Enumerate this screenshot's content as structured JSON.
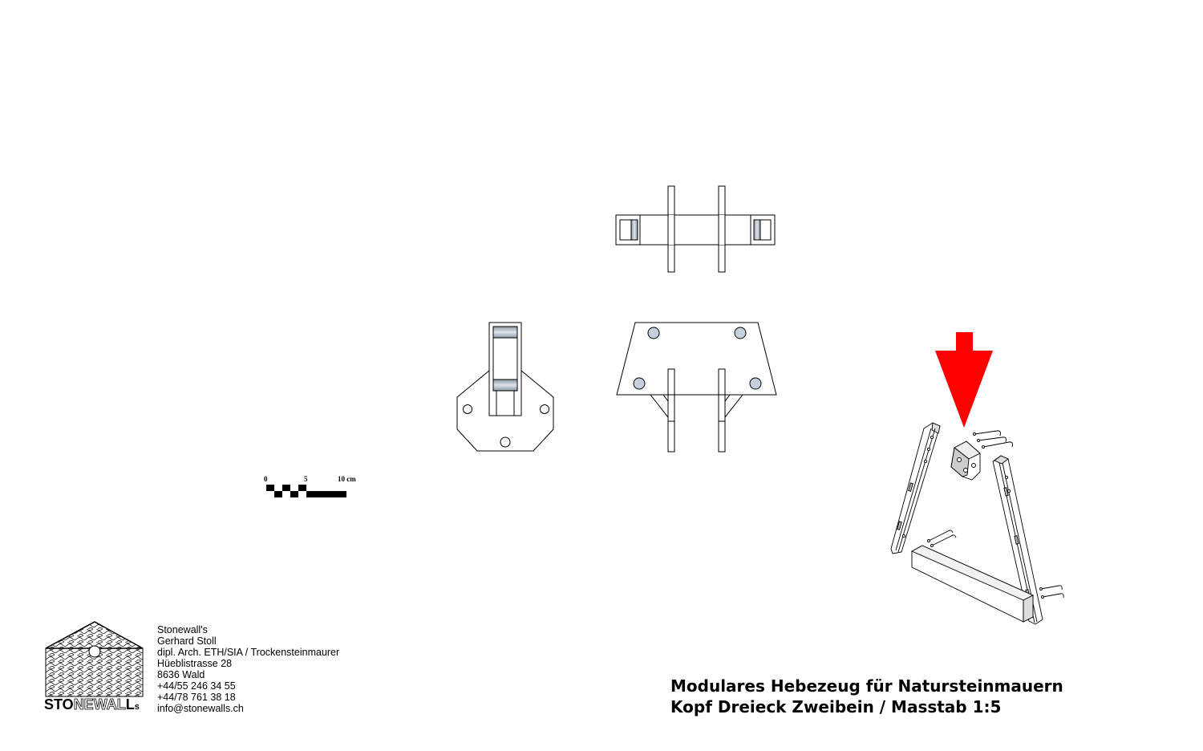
{
  "address": {
    "lines": [
      "Stonewall's",
      "Gerhard Stoll",
      "dipl. Arch. ETH/SIA / Trockensteinmaurer",
      "Hüeblistrasse 28",
      "8636 Wald",
      "+44/55 246 34 55",
      "+44/78 761 38 18",
      "info@stonewalls.ch"
    ]
  },
  "logo": {
    "text_solid_1": "STO",
    "text_outline": "NEWAL",
    "text_solid_2": "L",
    "text_small": "s"
  },
  "title": {
    "line1": "Modulares Hebezeug für Natursteinmauern",
    "line2": "Kopf Dreieck Zweibein / Masstab 1:5"
  },
  "scale_bar": {
    "label_0": "0",
    "label_5": "5",
    "label_10": "10 cm"
  },
  "colors": {
    "arrow": "#ff0000",
    "roller": "#b8c4d0",
    "hole": "#c5d0dc"
  }
}
